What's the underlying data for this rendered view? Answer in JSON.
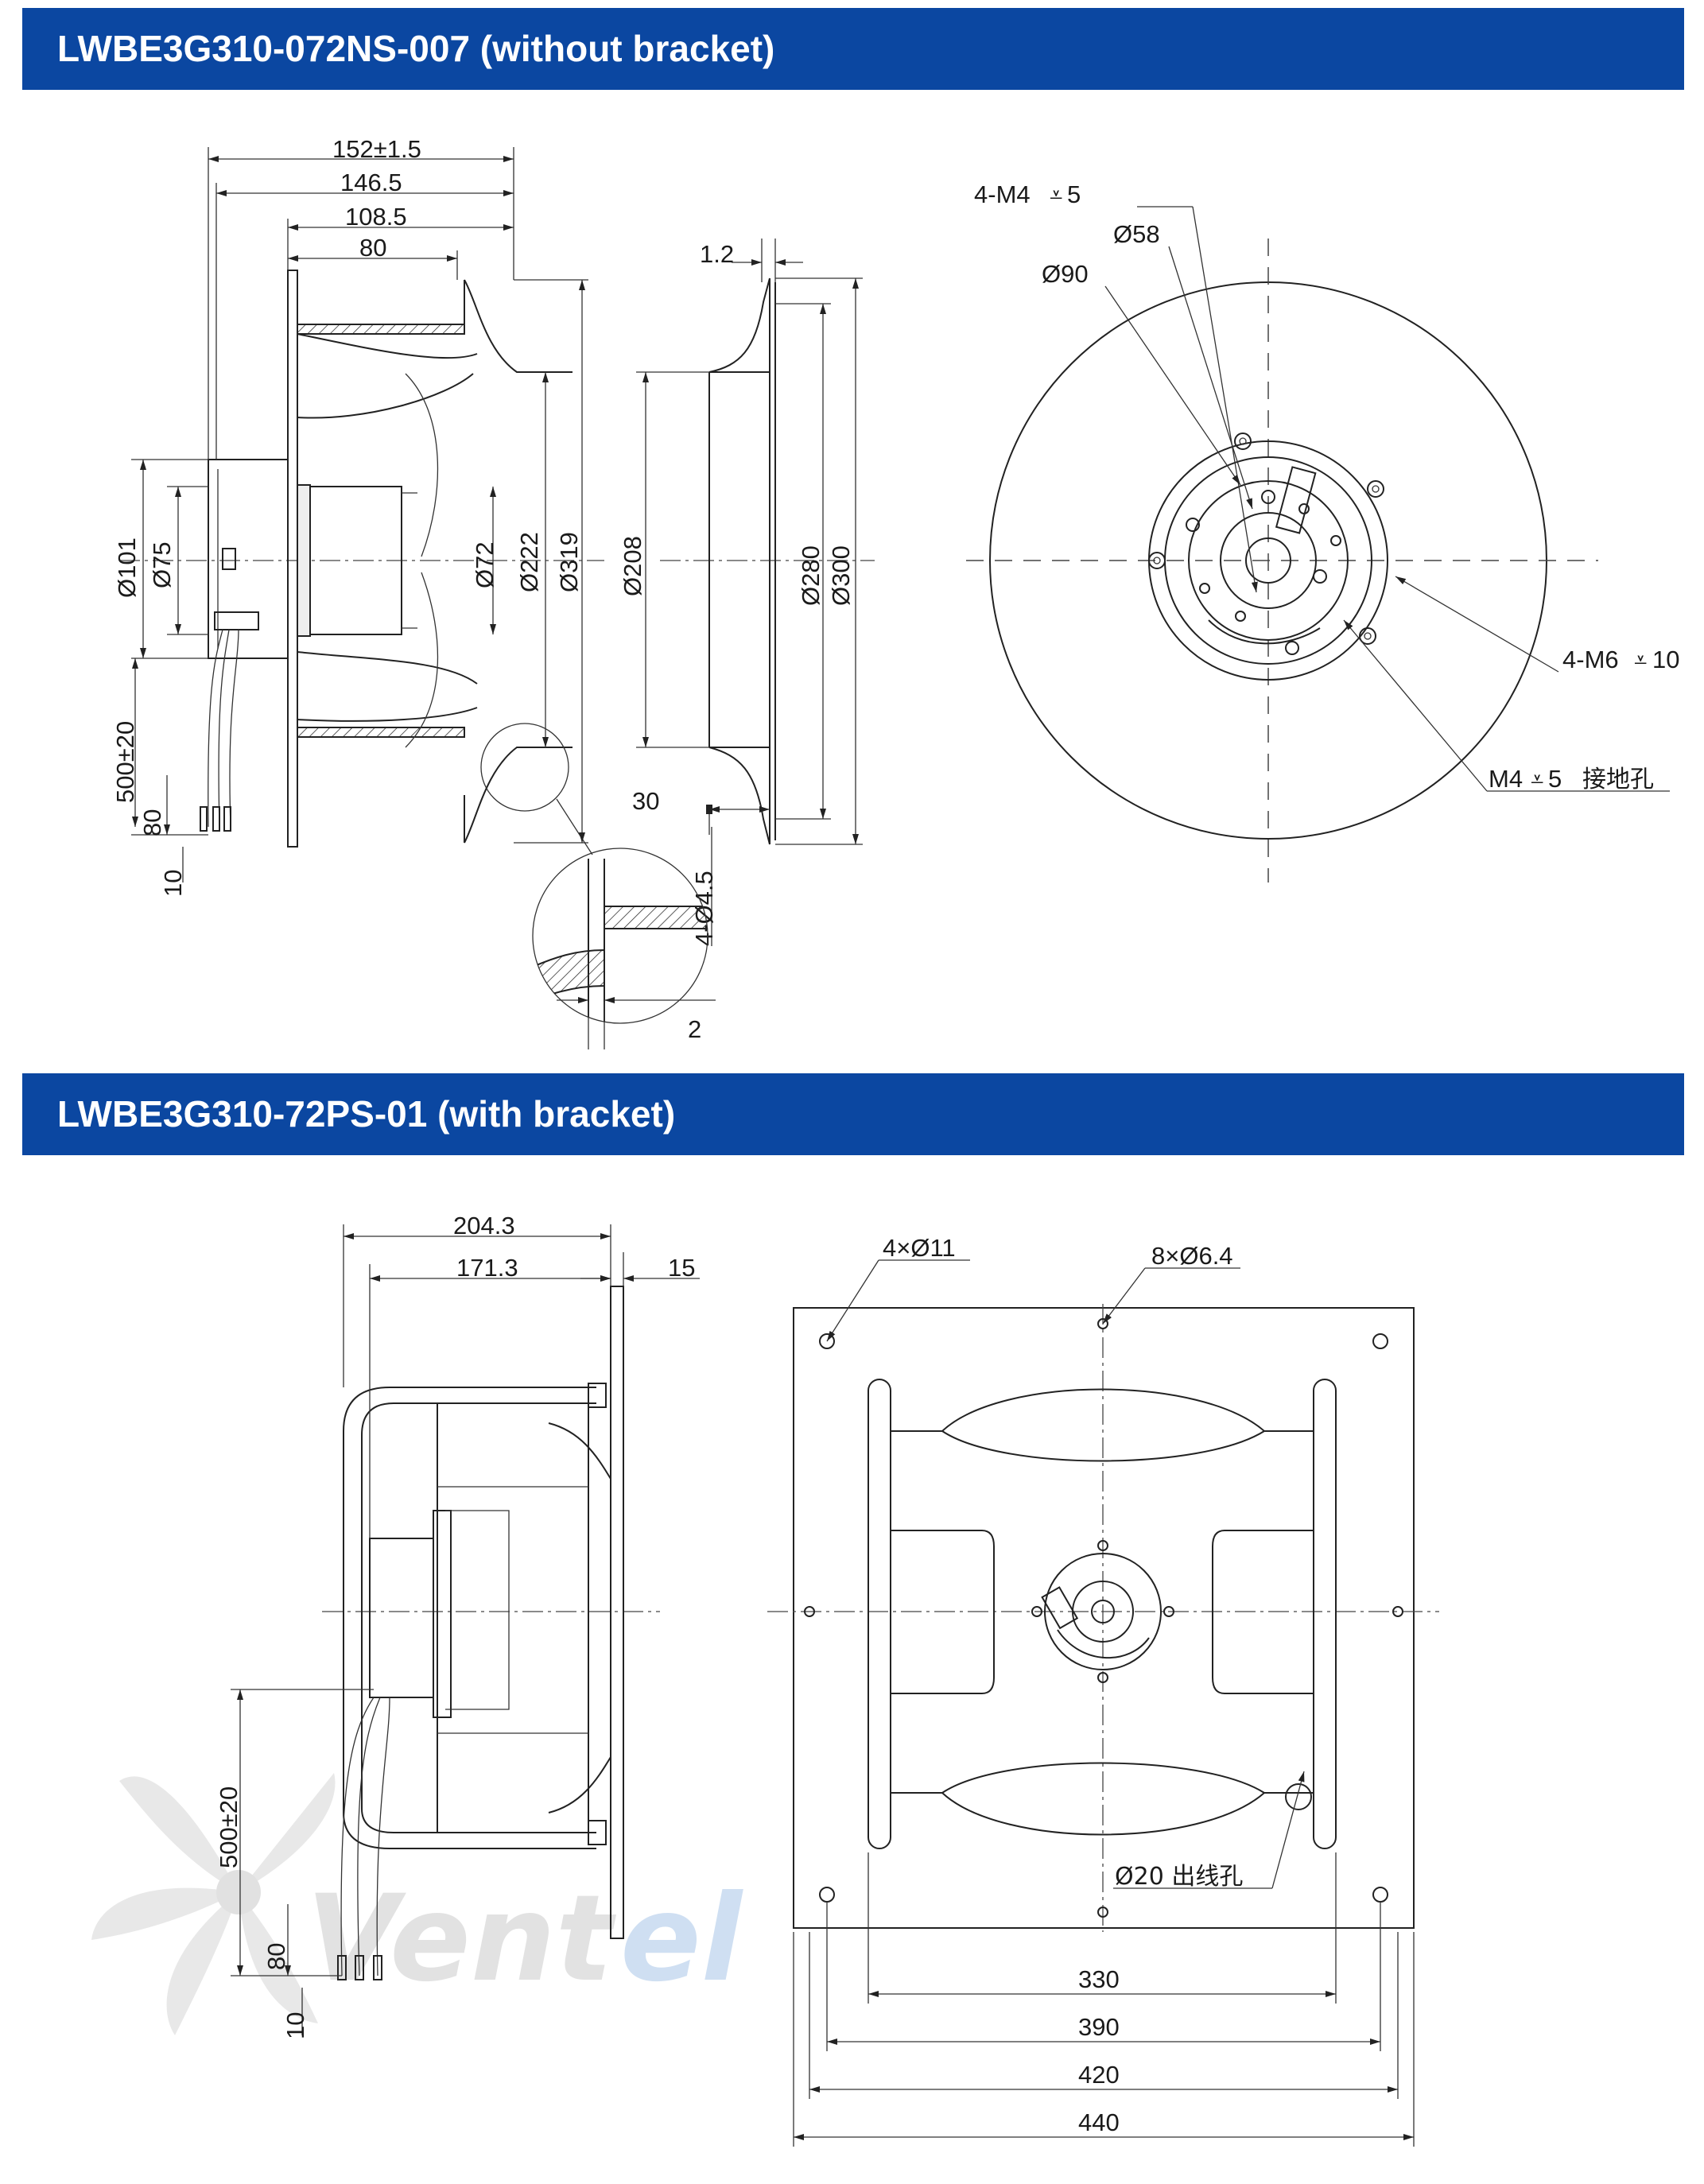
{
  "sections": [
    {
      "title": "LWBE3G310-072NS-007 (without bracket)"
    },
    {
      "title": "LWBE3G310-72PS-01 (with bracket)"
    }
  ],
  "side_view": {
    "dim_overall": "152±1.5",
    "dim_146": "146.5",
    "dim_108": "108.5",
    "dim_80": "80",
    "dia_101": "Ø101",
    "dia_75": "Ø75",
    "dia_72": "Ø72",
    "dia_222": "Ø222",
    "dia_319": "Ø319",
    "cable_length": "500±20",
    "cable_80": "80",
    "cable_10": "10"
  },
  "inlet_ring": {
    "dim_1_2": "1.2",
    "dia_208": "Ø208",
    "dia_280": "Ø280",
    "dia_300": "Ø300",
    "dim_30": "30",
    "holes": "4-Ø4.5",
    "detail_2": "2"
  },
  "front_view": {
    "dia_58": "Ø58",
    "dia_90": "Ø90",
    "m4_holes": "4-M4",
    "m4_depth": "5",
    "m6_holes": "4-M6",
    "m6_depth": "10",
    "ground": "M4",
    "ground_depth": "5",
    "ground_label": "接地孔"
  },
  "bracket_side": {
    "dim_204": "204.3",
    "dim_171": "171.3",
    "dim_15": "15",
    "cable_length": "500±20",
    "cable_80": "80",
    "cable_10": "10"
  },
  "bracket_front": {
    "corner_holes": "4×Ø11",
    "mount_holes": "8×Ø6.4",
    "outlet_hole": "Ø20 出线孔",
    "dim_330": "330",
    "dim_390": "390",
    "dim_420": "420",
    "dim_440": "440"
  },
  "watermark": {
    "text": "Ventel",
    "color_dark": "#cccccc",
    "color_blue": "#a9c6e8"
  },
  "colors": {
    "banner": "#0b47a1",
    "banner_text": "#ffffff",
    "line": "#222222"
  }
}
